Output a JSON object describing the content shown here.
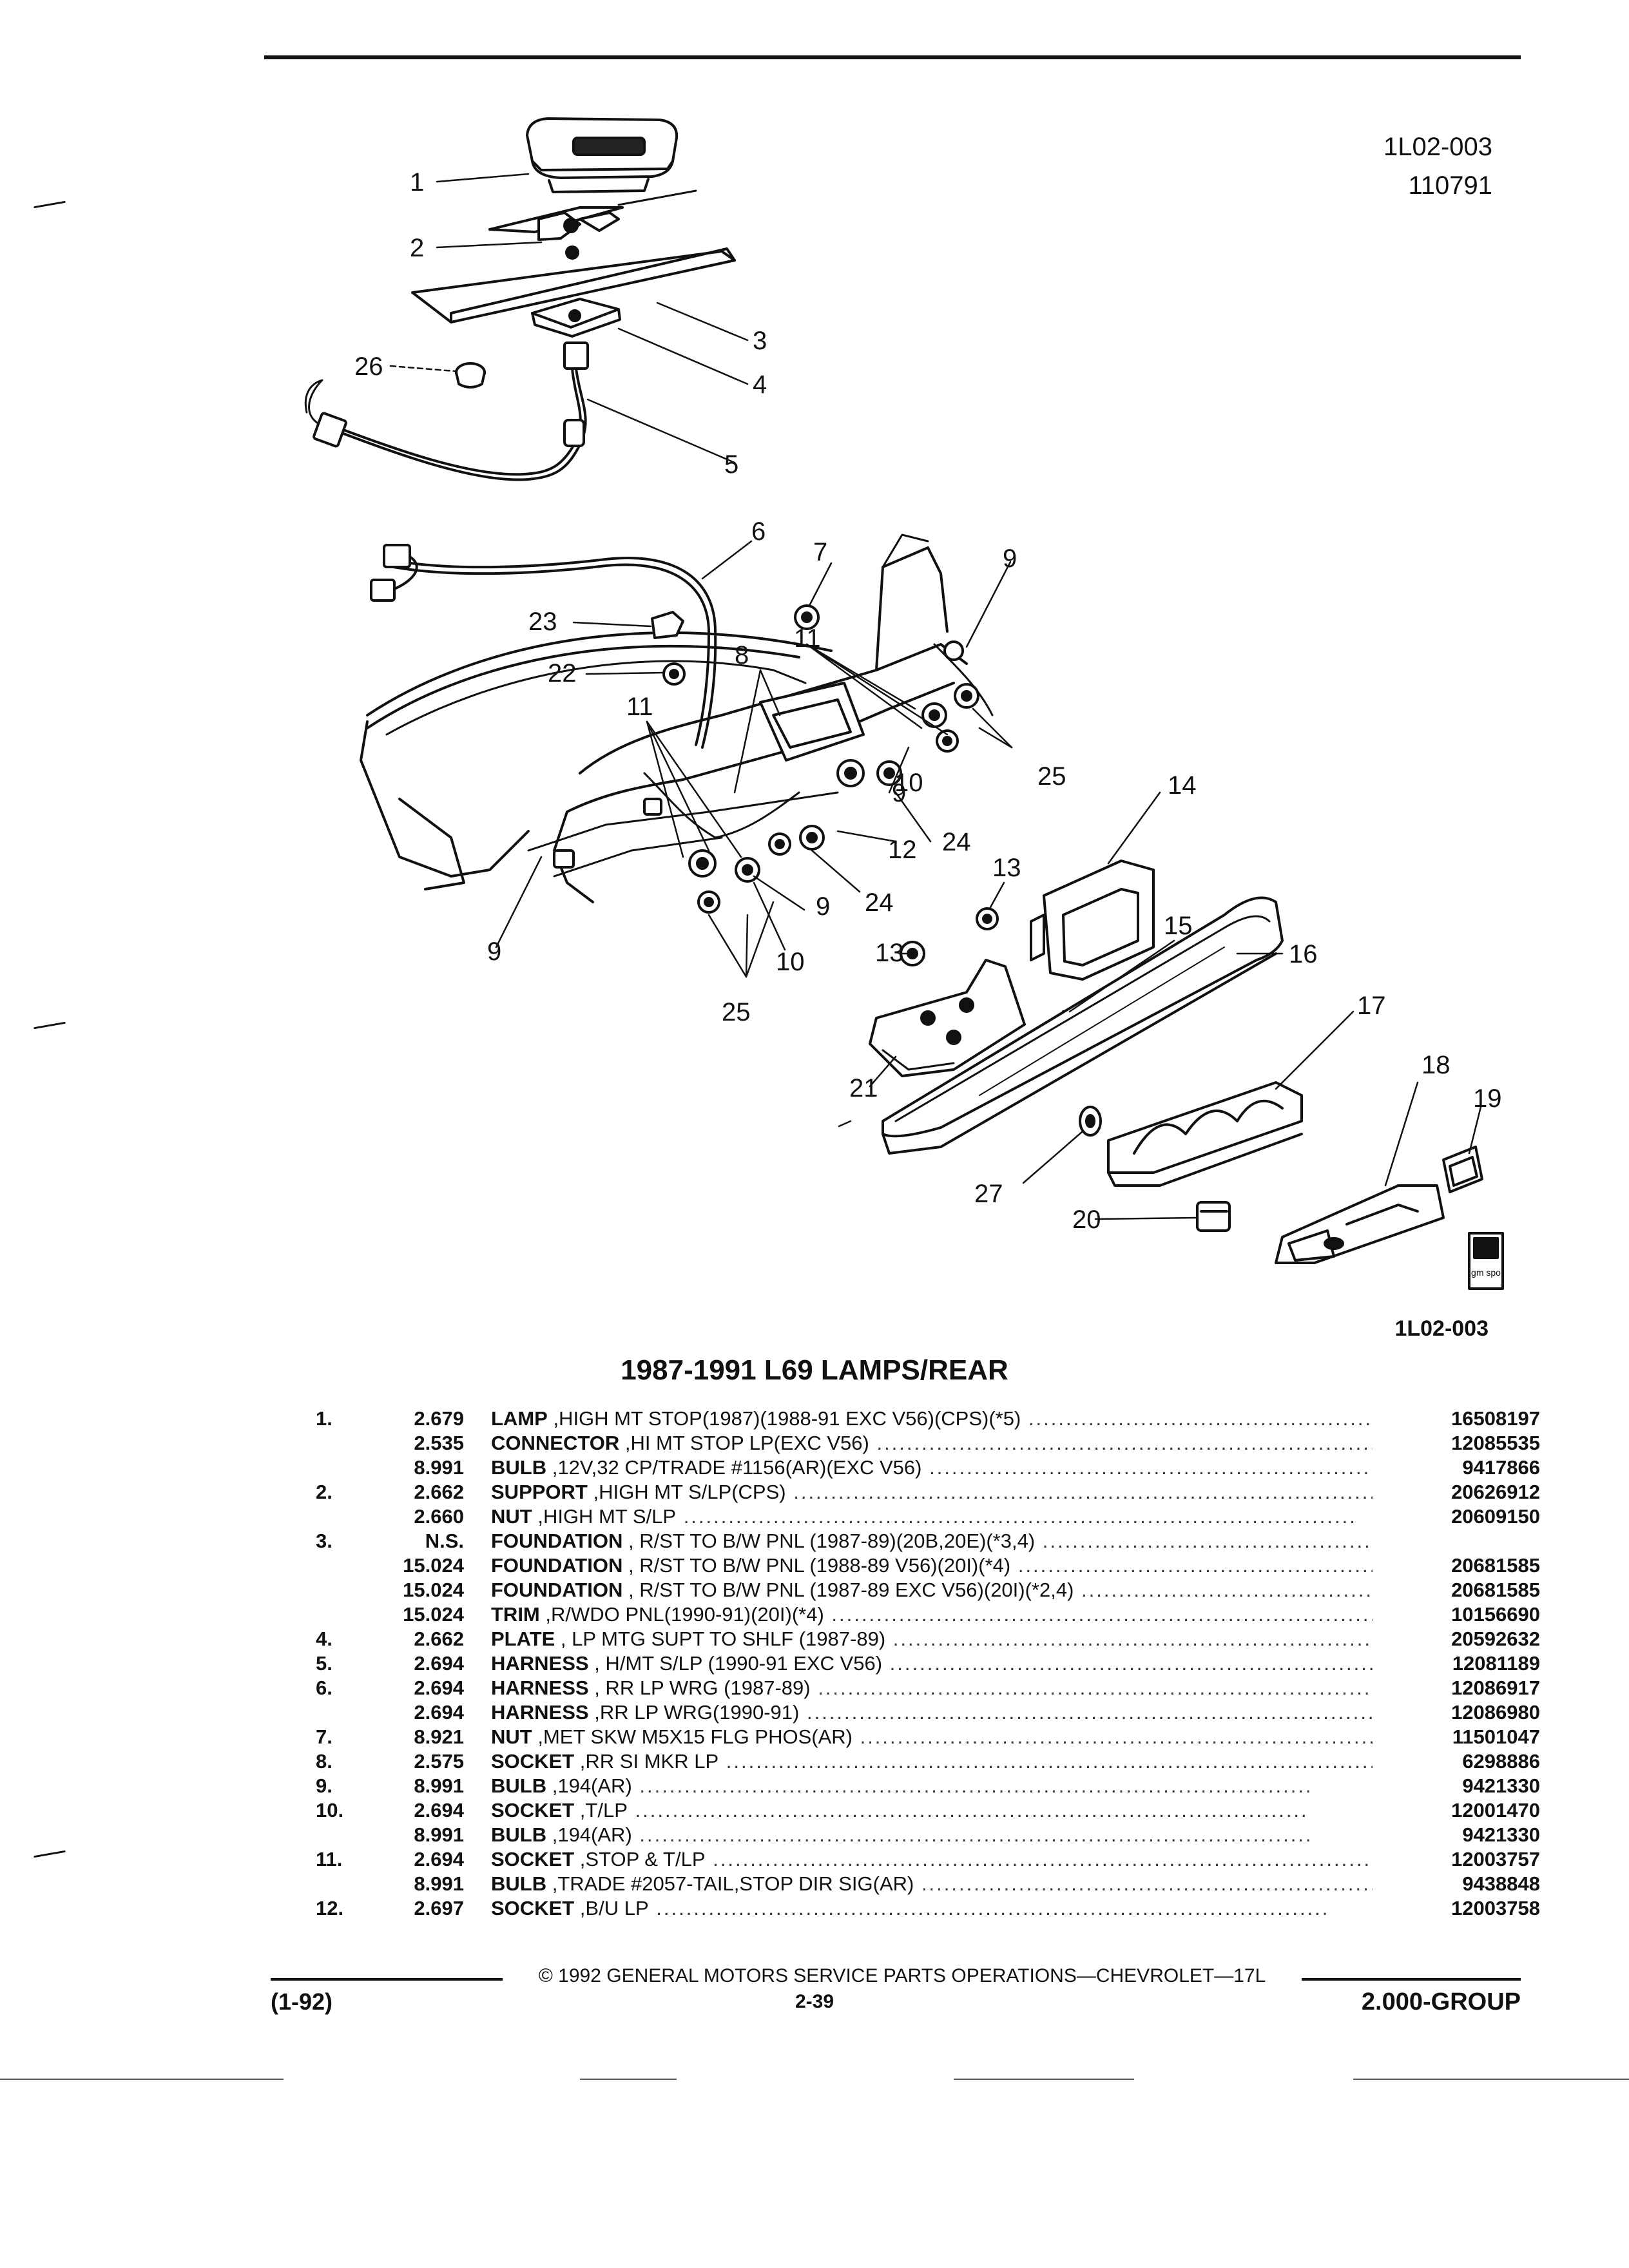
{
  "header": {
    "ref_code": "1L02-003",
    "ref_date": "110791"
  },
  "figure": {
    "callouts": [
      "1",
      "2",
      "3",
      "4",
      "5",
      "6",
      "7",
      "8",
      "9",
      "10",
      "11",
      "12",
      "13",
      "14",
      "15",
      "16",
      "17",
      "18",
      "19",
      "20",
      "21",
      "22",
      "23",
      "24",
      "25",
      "26",
      "27"
    ],
    "bottom_ref": "1L02-003",
    "logo_text": "gm spo"
  },
  "section_title": "1987-1991 L69 LAMPS/REAR",
  "parts": [
    {
      "item": "1.",
      "group": "2.679",
      "name": "LAMP",
      "detail": " ,HIGH MT STOP(1987)(1988-91 EXC V56)(CPS)(*5)",
      "part": "16508197"
    },
    {
      "item": "",
      "group": "2.535",
      "name": "CONNECTOR",
      "detail": " ,HI MT STOP LP(EXC V56)",
      "part": "12085535"
    },
    {
      "item": "",
      "group": "8.991",
      "name": "BULB",
      "detail": " ,12V,32 CP/TRADE #1156(AR)(EXC V56)",
      "part": "9417866"
    },
    {
      "item": "2.",
      "group": "2.662",
      "name": "SUPPORT",
      "detail": " ,HIGH MT S/LP(CPS)",
      "part": "20626912"
    },
    {
      "item": "",
      "group": "2.660",
      "name": "NUT",
      "detail": " ,HIGH MT S/LP",
      "part": "20609150"
    },
    {
      "item": "3.",
      "group": "N.S.",
      "name": "FOUNDATION",
      "detail": " , R/ST TO B/W PNL (1987-89)(20B,20E)(*3,4)",
      "part": ""
    },
    {
      "item": "",
      "group": "15.024",
      "name": "FOUNDATION",
      "detail": " , R/ST TO B/W PNL (1988-89 V56)(20I)(*4)",
      "part": "20681585"
    },
    {
      "item": "",
      "group": "15.024",
      "name": "FOUNDATION",
      "detail": " , R/ST TO B/W PNL (1987-89 EXC V56)(20I)(*2,4)",
      "part": "20681585"
    },
    {
      "item": "",
      "group": "15.024",
      "name": "TRIM",
      "detail": " ,R/WDO PNL(1990-91)(20I)(*4)",
      "part": "10156690"
    },
    {
      "item": "4.",
      "group": "2.662",
      "name": "PLATE",
      "detail": " , LP MTG SUPT TO SHLF (1987-89)",
      "part": "20592632"
    },
    {
      "item": "5.",
      "group": "2.694",
      "name": "HARNESS",
      "detail": " , H/MT S/LP (1990-91 EXC V56)",
      "part": "12081189"
    },
    {
      "item": "6.",
      "group": "2.694",
      "name": "HARNESS",
      "detail": " , RR LP WRG (1987-89)",
      "part": "12086917"
    },
    {
      "item": "",
      "group": "2.694",
      "name": "HARNESS",
      "detail": " ,RR LP WRG(1990-91)",
      "part": "12086980"
    },
    {
      "item": "7.",
      "group": "8.921",
      "name": "NUT",
      "detail": " ,MET SKW M5X15 FLG PHOS(AR)",
      "part": "11501047"
    },
    {
      "item": "8.",
      "group": "2.575",
      "name": "SOCKET",
      "detail": " ,RR SI MKR LP",
      "part": "6298886"
    },
    {
      "item": "9.",
      "group": "8.991",
      "name": "BULB",
      "detail": " ,194(AR)",
      "part": "9421330"
    },
    {
      "item": "10.",
      "group": "2.694",
      "name": "SOCKET",
      "detail": " ,T/LP",
      "part": "12001470"
    },
    {
      "item": "",
      "group": "8.991",
      "name": "BULB",
      "detail": " ,194(AR)",
      "part": "9421330"
    },
    {
      "item": "11.",
      "group": "2.694",
      "name": "SOCKET",
      "detail": " ,STOP & T/LP",
      "part": "12003757"
    },
    {
      "item": "",
      "group": "8.991",
      "name": "BULB",
      "detail": " ,TRADE #2057-TAIL,STOP DIR SIG(AR)",
      "part": "9438848"
    },
    {
      "item": "12.",
      "group": "2.697",
      "name": "SOCKET",
      "detail": " ,B/U LP",
      "part": "12003758"
    }
  ],
  "footer": {
    "copyright": "© 1992 GENERAL MOTORS SERVICE PARTS OPERATIONS—CHEVROLET—17L",
    "date": "(1-92)",
    "page": "2-39",
    "group": "2.000-GROUP"
  }
}
